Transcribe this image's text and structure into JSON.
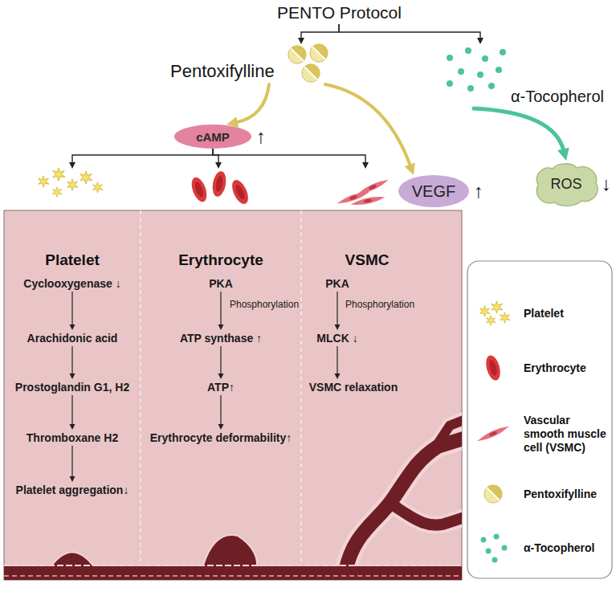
{
  "diagram": {
    "nodes": [
      {
        "text": [
          "PENTO Protocol"
        ]
      },
      {
        "text": [
          "Pentoxifylline"
        ]
      },
      {
        "text": [
          "α-Tocopherol"
        ]
      },
      {
        "text": [
          "cAMP",
          "↑"
        ]
      },
      {
        "text": [
          "VEGF",
          "↑"
        ]
      },
      {
        "text": [
          "ROS",
          "↓"
        ]
      },
      {
        "text": [
          "Platelet"
        ]
      },
      {
        "text": [
          "Cyclooxygenase ↓"
        ],
        "in": 6
      },
      {
        "text": [
          "Arachidonic acid"
        ],
        "in": 6
      },
      {
        "text": [
          "Prostoglandin G1, H2"
        ],
        "in": 6
      },
      {
        "text": [
          "Thromboxane H2"
        ],
        "in": 6
      },
      {
        "text": [
          "Platelet aggregation↓"
        ],
        "in": 6
      },
      {
        "text": [
          "Erythrocyte"
        ]
      },
      {
        "text": [
          "PKA"
        ],
        "in": 12
      },
      {
        "text": [
          "ATP synthase ↑"
        ],
        "in": 12
      },
      {
        "text": [
          "ATP↑"
        ],
        "in": 12
      },
      {
        "text": [
          "Erythrocyte deformability↑"
        ],
        "in": 12
      },
      {
        "text": [
          "VSMC"
        ]
      },
      {
        "text": [
          "PKA"
        ],
        "in": 17
      },
      {
        "text": [
          "MLCK ↓"
        ],
        "in": 17
      },
      {
        "text": [
          "VSMC relaxation"
        ],
        "in": 17
      }
    ],
    "edges": [
      {
        "from": 0,
        "to": 1,
        "arrow": "to"
      },
      {
        "from": 0,
        "to": 2,
        "arrow": "to"
      },
      {
        "from": 1,
        "to": 3,
        "arrow": "to"
      },
      {
        "from": 1,
        "to": 4,
        "arrow": "to"
      },
      {
        "from": 2,
        "to": 5,
        "arrow": "to"
      },
      {
        "from": 3,
        "to": 6,
        "arrow": "to"
      },
      {
        "from": 3,
        "to": 12,
        "arrow": "to"
      },
      {
        "from": 3,
        "to": 17,
        "arrow": "to"
      },
      {
        "from": 7,
        "to": 8,
        "arrow": "to"
      },
      {
        "from": 8,
        "to": 9,
        "arrow": "to"
      },
      {
        "from": 9,
        "to": 10,
        "arrow": "to"
      },
      {
        "from": 10,
        "to": 11,
        "arrow": "to"
      },
      {
        "from": 13,
        "to": 14,
        "label": "Phosphorylation",
        "arrow": "to"
      },
      {
        "from": 14,
        "to": 15,
        "arrow": "to"
      },
      {
        "from": 15,
        "to": 16,
        "arrow": "to"
      },
      {
        "from": 18,
        "to": 19,
        "label": "Phosphorylation",
        "arrow": "to"
      },
      {
        "from": 19,
        "to": 20,
        "arrow": "to"
      }
    ],
    "legend": [
      {
        "text": "Platelet"
      },
      {
        "text": "Erythrocyte"
      },
      {
        "text": "Vascular smooth muscle cell (VSMC)"
      },
      {
        "text": "Pentoxifylline"
      },
      {
        "text": "α-Tocopherol"
      }
    ]
  }
}
